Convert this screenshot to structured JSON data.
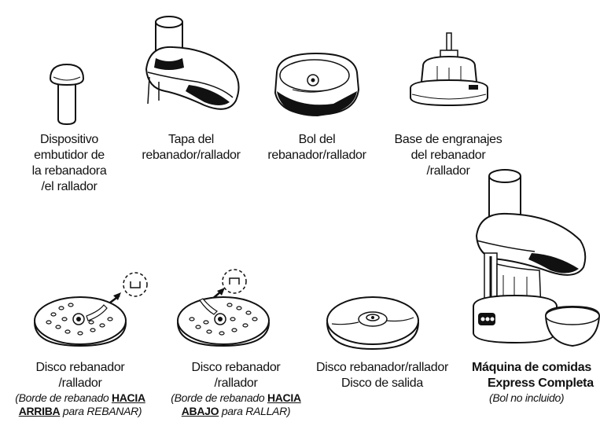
{
  "items": {
    "pusher": {
      "lines": [
        "Dispositivo",
        "embutidor de",
        "la rebanadora",
        "/el rallador"
      ]
    },
    "lid": {
      "lines": [
        "Tapa del",
        "rebanador/rallador"
      ]
    },
    "bowl": {
      "lines": [
        "Bol del",
        "rebanador/rallador"
      ]
    },
    "gear_base": {
      "lines": [
        "Base de engranajes",
        "del rebanador",
        "/rallador"
      ]
    },
    "disc_slice": {
      "lines": [
        "Disco rebanador",
        "/rallador"
      ],
      "note_pre": "(Borde de rebanado ",
      "note_strong1": "HACIA",
      "note_strong2": "ARRIBA",
      "note_post": " para REBANAR)"
    },
    "disc_grate": {
      "lines": [
        "Disco rebanador",
        "/rallador"
      ],
      "note_pre": "(Borde de rebanado ",
      "note_strong1": "HACIA",
      "note_strong2": "ABAJO",
      "note_post": " para RALLAR)"
    },
    "disc_out": {
      "lines": [
        "Disco rebanador/rallador",
        "Disco de salida"
      ]
    },
    "machine": {
      "lines": [
        "Máquina de comidas",
        "Express Completa"
      ],
      "note": "(Bol no incluido)"
    }
  }
}
